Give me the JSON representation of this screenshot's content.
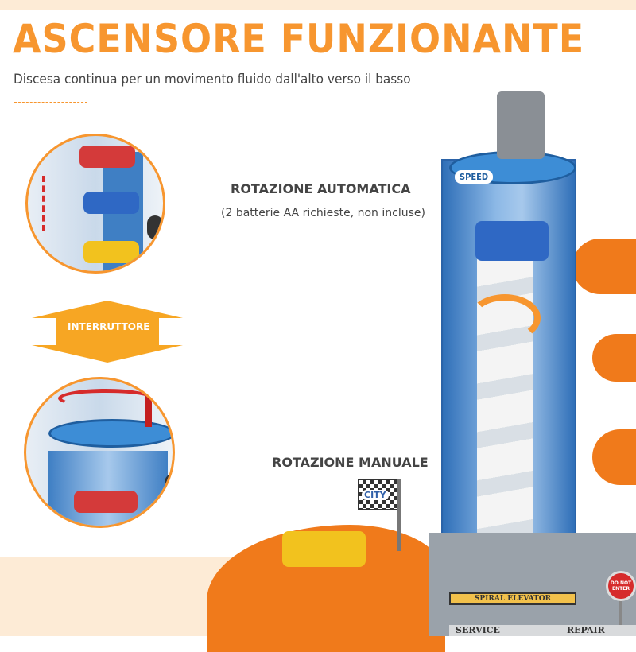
{
  "header": {
    "title": "ASCENSORE FUNZIONANTE",
    "subtitle": "Discesa continua per un movimento fluido dall'alto verso il basso"
  },
  "features": {
    "automatic": {
      "label": "ROTAZIONE AUTOMATICA",
      "note": "(2 batterie AA richieste, non incluse)"
    },
    "switch": {
      "label": "INTERRUTTORE"
    },
    "manual": {
      "label": "ROTAZIONE MANUALE"
    }
  },
  "product_markings": {
    "speed": "SPEED",
    "plate": "SPIRAL ELEVATOR",
    "flag": "CITY",
    "sign": "DO NOT ENTER",
    "service": "SERVICE",
    "repair": "REPAIR"
  },
  "colors": {
    "accent": "#f7962f",
    "text": "#444444",
    "band": "#fdebd6",
    "tower_blue": "#2f6fb8",
    "track_orange": "#f07a1b"
  }
}
